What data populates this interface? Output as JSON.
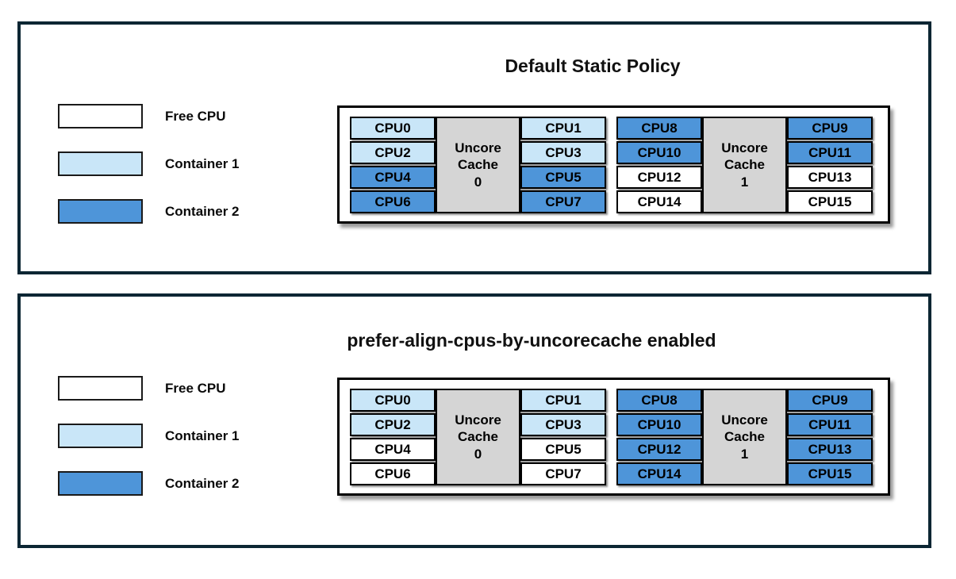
{
  "colors": {
    "free_cpu": "#FFFFFF",
    "container1": "#C9E6F8",
    "container2": "#4E95D9",
    "uncore_cache": "#D5D5D5",
    "panel_border": "#0C2633"
  },
  "legend": {
    "items": [
      {
        "label": "Free CPU",
        "type": "free"
      },
      {
        "label": "Container 1",
        "type": "c1"
      },
      {
        "label": "Container 2",
        "type": "c2"
      }
    ]
  },
  "panels": [
    {
      "title": "Default Static Policy",
      "groups": [
        {
          "cache_lines": [
            "Uncore",
            "Cache",
            "0"
          ],
          "left": [
            {
              "label": "CPU0",
              "type": "c1"
            },
            {
              "label": "CPU2",
              "type": "c1"
            },
            {
              "label": "CPU4",
              "type": "c2"
            },
            {
              "label": "CPU6",
              "type": "c2"
            }
          ],
          "right": [
            {
              "label": "CPU1",
              "type": "c1"
            },
            {
              "label": "CPU3",
              "type": "c1"
            },
            {
              "label": "CPU5",
              "type": "c2"
            },
            {
              "label": "CPU7",
              "type": "c2"
            }
          ]
        },
        {
          "cache_lines": [
            "Uncore",
            "Cache",
            "1"
          ],
          "left": [
            {
              "label": "CPU8",
              "type": "c2"
            },
            {
              "label": "CPU10",
              "type": "c2"
            },
            {
              "label": "CPU12",
              "type": "free"
            },
            {
              "label": "CPU14",
              "type": "free"
            }
          ],
          "right": [
            {
              "label": "CPU9",
              "type": "c2"
            },
            {
              "label": "CPU11",
              "type": "c2"
            },
            {
              "label": "CPU13",
              "type": "free"
            },
            {
              "label": "CPU15",
              "type": "free"
            }
          ]
        }
      ]
    },
    {
      "title": "prefer-align-cpus-by-uncorecache enabled",
      "groups": [
        {
          "cache_lines": [
            "Uncore",
            "Cache",
            "0"
          ],
          "left": [
            {
              "label": "CPU0",
              "type": "c1"
            },
            {
              "label": "CPU2",
              "type": "c1"
            },
            {
              "label": "CPU4",
              "type": "free"
            },
            {
              "label": "CPU6",
              "type": "free"
            }
          ],
          "right": [
            {
              "label": "CPU1",
              "type": "c1"
            },
            {
              "label": "CPU3",
              "type": "c1"
            },
            {
              "label": "CPU5",
              "type": "free"
            },
            {
              "label": "CPU7",
              "type": "free"
            }
          ]
        },
        {
          "cache_lines": [
            "Uncore",
            "Cache",
            "1"
          ],
          "left": [
            {
              "label": "CPU8",
              "type": "c2"
            },
            {
              "label": "CPU10",
              "type": "c2"
            },
            {
              "label": "CPU12",
              "type": "c2"
            },
            {
              "label": "CPU14",
              "type": "c2"
            }
          ],
          "right": [
            {
              "label": "CPU9",
              "type": "c2"
            },
            {
              "label": "CPU11",
              "type": "c2"
            },
            {
              "label": "CPU13",
              "type": "c2"
            },
            {
              "label": "CPU15",
              "type": "c2"
            }
          ]
        }
      ]
    }
  ]
}
